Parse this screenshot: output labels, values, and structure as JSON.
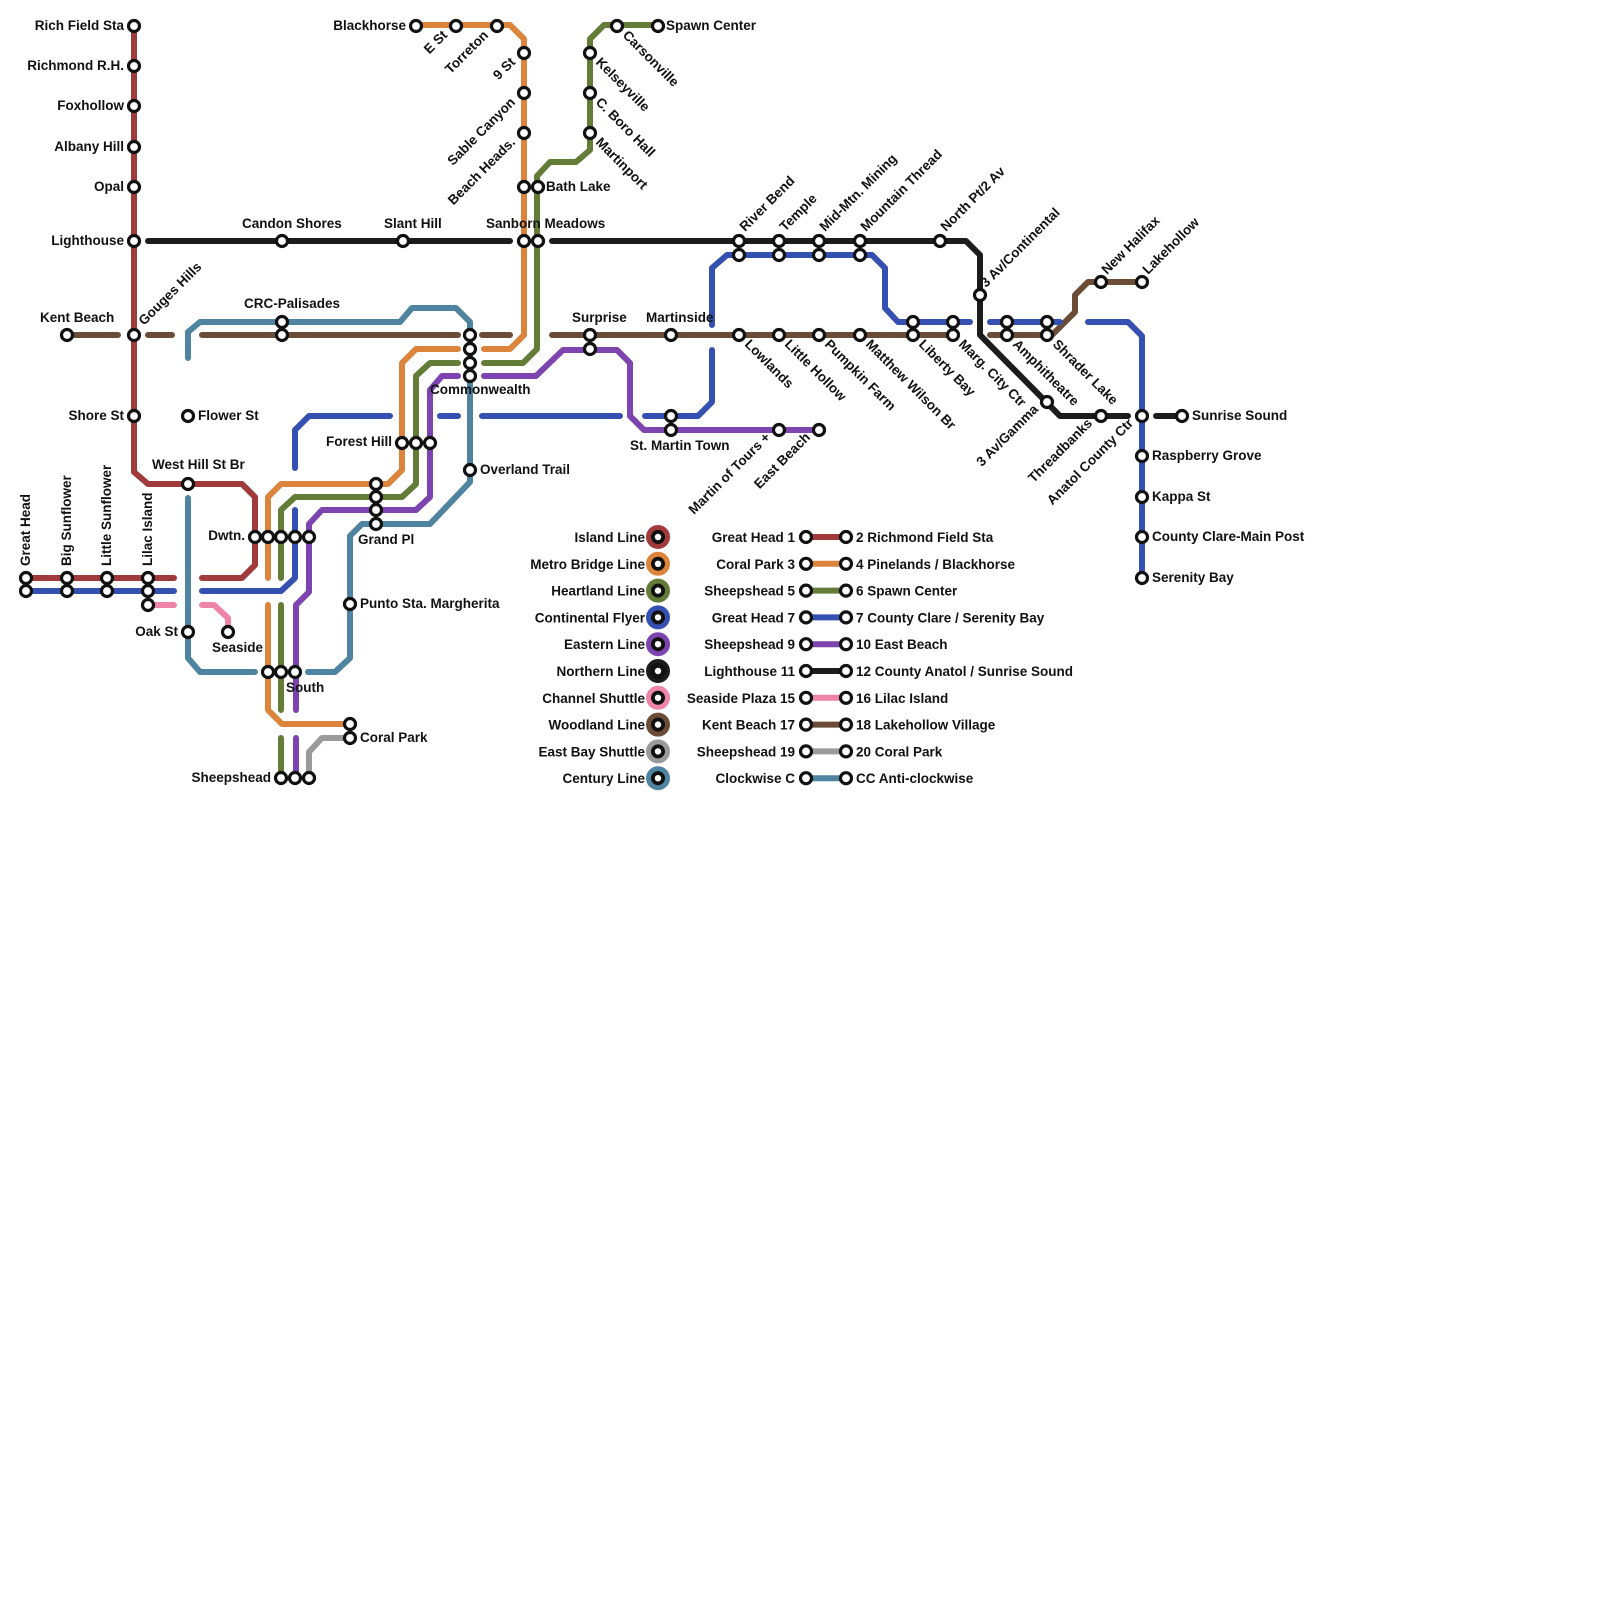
{
  "lines": [
    {
      "id": "island",
      "name": "Island Line",
      "color": "#a13b3b",
      "route_from": "Great Head 1",
      "route_to": "2 Richmond Field Sta"
    },
    {
      "id": "metro",
      "name": "Metro Bridge Line",
      "color": "#dc843c",
      "route_from": "Coral Park 3",
      "route_to": "4 Pinelands / Blackhorse"
    },
    {
      "id": "heartland",
      "name": "Heartland Line",
      "color": "#637c38",
      "route_from": "Sheepshead 5",
      "route_to": "6 Spawn Center"
    },
    {
      "id": "continental",
      "name": "Continental Flyer",
      "color": "#3451b2",
      "route_from": "Great Head 7",
      "route_to": "7 County Clare / Serenity Bay"
    },
    {
      "id": "eastern",
      "name": "Eastern Line",
      "color": "#7d44b0",
      "route_from": "Sheepshead 9",
      "route_to": "10 East Beach"
    },
    {
      "id": "northern",
      "name": "Northern Line",
      "color": "#1c1c1c",
      "route_from": "Lighthouse 11",
      "route_to": "12 County Anatol / Sunrise Sound"
    },
    {
      "id": "channel",
      "name": "Channel Shuttle",
      "color": "#ee84a8",
      "route_from": "Seaside Plaza 15",
      "route_to": "16 Lilac Island"
    },
    {
      "id": "woodland",
      "name": "Woodland Line",
      "color": "#6b4c37",
      "route_from": "Kent Beach 17",
      "route_to": "18 Lakehollow Village"
    },
    {
      "id": "eastbay",
      "name": "East Bay Shuttle",
      "color": "#9a9a9a",
      "route_from": "Sheepshead 19",
      "route_to": "20 Coral Park"
    },
    {
      "id": "century",
      "name": "Century Line",
      "color": "#4e84a0",
      "route_from": "Clockwise C",
      "route_to": "CC Anti-clockwise"
    }
  ],
  "stations": [
    "Rich Field Sta",
    "Richmond R.H.",
    "Foxhollow",
    "Albany Hill",
    "Opal",
    "Lighthouse",
    "Kent Beach",
    "Gouges Hills",
    "Shore St",
    "Great Head",
    "Big Sunflower",
    "Little Sunflower",
    "Lilac Island",
    "West Hill St Br",
    "Flower St",
    "Oak St",
    "Seaside",
    "Candon Shores",
    "CRC-Palisades",
    "Slant Hill",
    "Blackhorse",
    "E St",
    "Torreton",
    "9 St",
    "Sable Canyon",
    "Beach Heads.",
    "Bath Lake",
    "Sanborn Meadows",
    "Spawn Center",
    "Carsonville",
    "Kelseyville",
    "C. Boro Hall",
    "Martinport",
    "Commonwealth",
    "Forest Hill",
    "Overland Trail",
    "Dwtn.",
    "Grand Pl",
    "Punto Sta. Margherita",
    "South",
    "Coral Park",
    "Sheepshead",
    "Surprise",
    "Martinside",
    "St. Martin Town",
    "Martin of Tours +",
    "East Beach",
    "River Bend",
    "Temple",
    "Mid-Mtn. Mining",
    "Mountain Thread",
    "North Pt/2 Av",
    "Lowlands",
    "Little Hollow",
    "Pumpkin Farm",
    "Matthew Wilson Br",
    "Liberty Bay",
    "Marg. City Ctr",
    "3 Av/Continental",
    "Amphitheatre",
    "Shrader Lake",
    "New Halifax",
    "Lakehollow",
    "3 Av/Gamma",
    "Threadbanks",
    "Anatol County Ctr",
    "Sunrise Sound",
    "Raspberry Grove",
    "Kappa St",
    "County Clare-Main Post",
    "Serenity Bay"
  ]
}
